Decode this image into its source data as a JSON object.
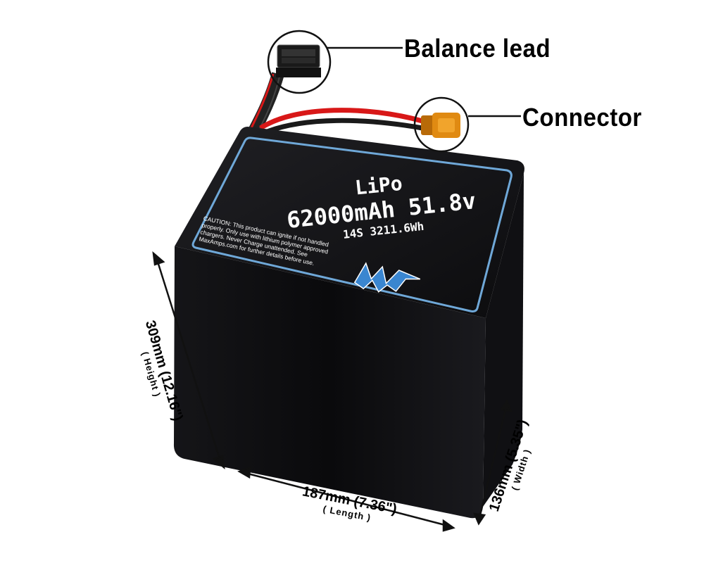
{
  "callouts": {
    "balance_lead": "Balance lead",
    "connector": "Connector"
  },
  "battery_label": {
    "chemistry": "LiPo",
    "capacity_voltage": "62000mAh 51.8v",
    "configuration": "14S 3211.6Wh",
    "caution": "CAUTION: This product can ignite if not handled properly. Only use with lithium polymer approved chargers. Never Charge unattended. See MaxAmps.com for further details before use.",
    "logo": "MA"
  },
  "dimensions": {
    "height": {
      "value": "309mm (12.16\")",
      "label": "( Height )"
    },
    "length": {
      "value": "187mm (7.36\")",
      "label": "( Length )"
    },
    "width": {
      "value": "136mm (5.35\")",
      "label": "( Width )"
    }
  },
  "colors": {
    "battery_body": "#0b0b0d",
    "label_border": "#6fa8d8",
    "connector_plug": "#e08a12",
    "wire_red": "#d81818",
    "logo_blue": "#3a86d0"
  }
}
